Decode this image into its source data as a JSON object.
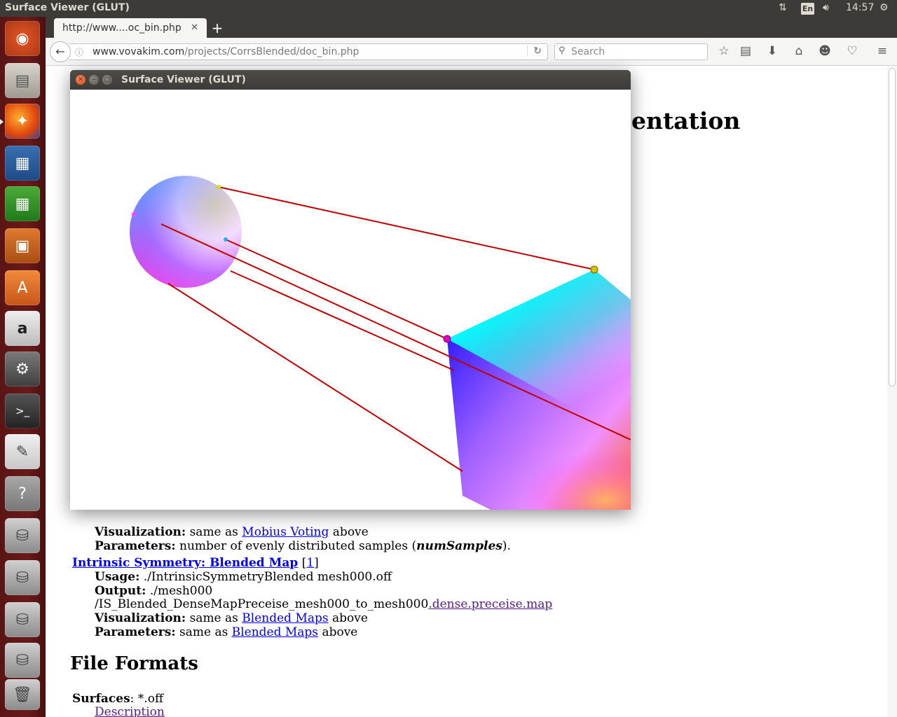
{
  "top_panel": {
    "title": "Surface Viewer (GLUT)",
    "keyboard_layout": "En",
    "clock": "14:57"
  },
  "browser": {
    "tab_title": "http://www....oc_bin.php",
    "url_domain": "www.vovakim.com",
    "url_path": "/projects/CorrsBlended/doc_bin.php",
    "search_placeholder": "Search"
  },
  "page": {
    "heading_fragment": "entation",
    "mobius_visualization": {
      "label": "Visualization:",
      "pre": "same as",
      "link": "Mobius Voting",
      "post": "above"
    },
    "mobius_parameters": {
      "label": "Parameters:",
      "pre": "number of evenly distributed samples (",
      "param": "numSamples",
      "post": ")."
    },
    "intrinsic_section": {
      "title_link": "Intrinsic Symmetry: Blended Map",
      "ref_open": "[",
      "ref": "1",
      "ref_close": "]",
      "usage_label": "Usage:",
      "usage_value": "./IntrinsicSymmetryBlended mesh000.off",
      "output_label": "Output:",
      "output_value": "./mesh000",
      "output_line2_plain": "/IS_Blended_DenseMapPreceise_mesh000_to_mesh000",
      "output_line2_link": ".dense.preceise.map",
      "vis_label": "Visualization:",
      "vis_pre": "same as",
      "vis_link": "Blended Maps",
      "vis_post": "above",
      "param_label": "Parameters:",
      "param_pre": "same as",
      "param_link": "Blended Maps",
      "param_post": "above"
    },
    "file_formats": {
      "heading": "File Formats",
      "surfaces_label": "Surfaces",
      "surfaces_value": ": *.off",
      "description_link": "Description"
    }
  },
  "glut_window": {
    "title": "Surface Viewer (GLUT)"
  },
  "launcher": {
    "items": [
      "Ubuntu Dash",
      "Files",
      "Firefox",
      "LibreOffice Writer",
      "LibreOffice Calc",
      "LibreOffice Impress",
      "Ubuntu Software",
      "Amazon",
      "System Settings",
      "Terminal",
      "Text Editor",
      "Help",
      "Drive",
      "Drive",
      "Drive",
      "Drive",
      "Trash"
    ]
  },
  "colors": {
    "panel": "#3c3b37",
    "launcher": "#6b1a1a",
    "link": "#0000ee",
    "visited_link": "#551a8b",
    "correspondence_line": "#c00000"
  }
}
